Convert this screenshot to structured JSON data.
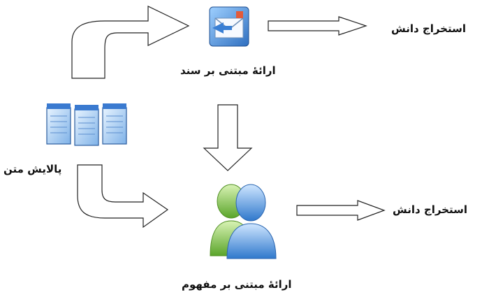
{
  "labels": {
    "document_based": "ارائهٔ مبتنی بر سند",
    "knowledge_extraction_top": "استخراج دانش",
    "knowledge_extraction_bottom": "استخراج دانش",
    "text_filtering": "پالایش متن",
    "concept_based": "ارائهٔ مبتنی بر مفهوم"
  },
  "icons": {
    "mail": "mail-envelope-icon",
    "documents": "notepad-documents-icon",
    "users": "messenger-users-icon"
  },
  "colors": {
    "arrow_stroke": "#222222",
    "arrow_fill": "#ffffff",
    "text": "#111111",
    "doc_blue": "#2f6fc0",
    "user_green": "#7cbf3a",
    "user_blue": "#3a86d8"
  }
}
